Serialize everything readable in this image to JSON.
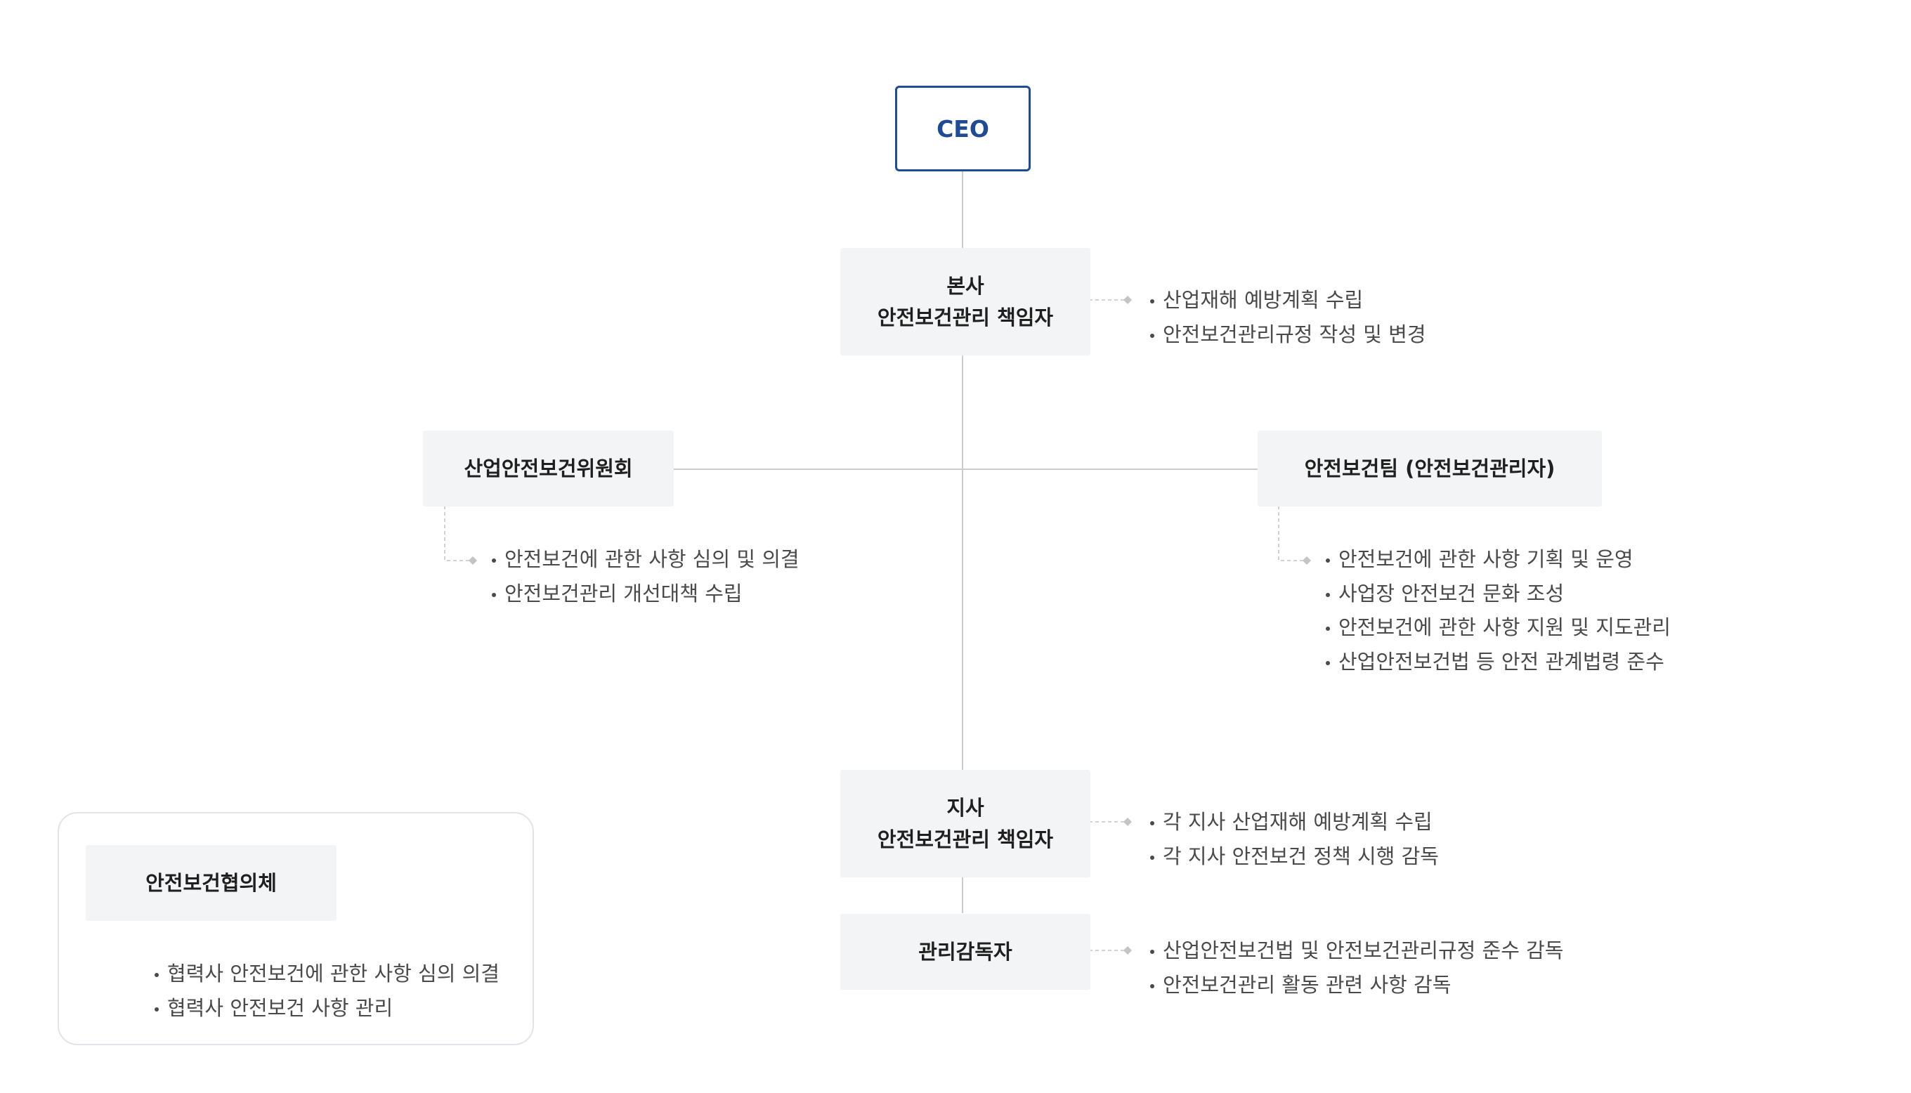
{
  "ceo": {
    "label": "CEO"
  },
  "hq_manager": {
    "line1": "본사",
    "line2": "안전보건관리 책임자",
    "duties": [
      "산업재해 예방계획 수립",
      "안전보건관리규정 작성 및 변경"
    ]
  },
  "committee": {
    "label": "산업안전보건위원회",
    "duties": [
      "안전보건에 관한 사항 심의 및 의결",
      "안전보건관리 개선대책 수립"
    ]
  },
  "safety_team": {
    "label": "안전보건팀 (안전보건관리자)",
    "duties": [
      "안전보건에 관한 사항 기획 및 운영",
      "사업장 안전보건 문화 조성",
      "안전보건에 관한 사항 지원 및 지도관리",
      "산업안전보건법 등 안전 관계법령 준수"
    ]
  },
  "branch_manager": {
    "line1": "지사",
    "line2": "안전보건관리 책임자",
    "duties": [
      "각 지사 산업재해 예방계획 수립",
      "각 지사 안전보건 정책 시행 감독"
    ]
  },
  "supervisor": {
    "label": "관리감독자",
    "duties": [
      "산업안전보건법 및 안전보건관리규정 준수 감독",
      "안전보건관리 활동 관련 사항 감독"
    ]
  },
  "council": {
    "label": "안전보건협의체",
    "duties": [
      "협력사 안전보건에 관한 사항 심의 의결",
      "협력사 안전보건 사항 관리"
    ]
  },
  "colors": {
    "ceo_border": "#1f4b96",
    "box_fill": "#f3f4f6",
    "connector": "#cccccc",
    "dashed_connector": "#c4c4c4"
  }
}
